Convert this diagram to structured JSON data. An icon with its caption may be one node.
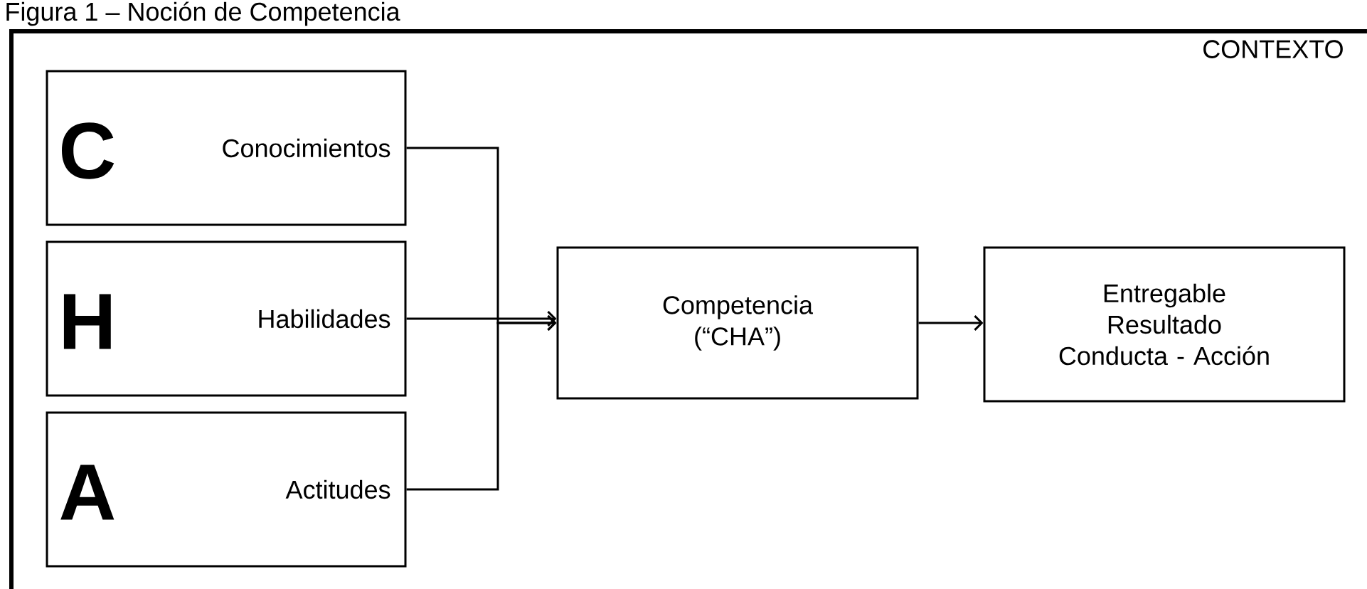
{
  "diagram": {
    "title": "Figura 1 – Noción de Competencia",
    "nodes": [
      {
        "text": [
          "CONTEXTO"
        ]
      },
      {
        "text": [
          "C",
          "Conocimientos"
        ],
        "in": 0
      },
      {
        "text": [
          "H",
          "Habilidades"
        ],
        "in": 0
      },
      {
        "text": [
          "A",
          "Actitudes"
        ],
        "in": 0
      },
      {
        "text": [
          "Competencia (“CHA”)"
        ],
        "in": 0
      },
      {
        "text": [
          "Entregable Resultado Conducta - Acción"
        ],
        "in": 0
      }
    ],
    "edges": [
      {
        "from": 1,
        "to": 4,
        "arrow": "to"
      },
      {
        "from": 2,
        "to": 4,
        "arrow": "to"
      },
      {
        "from": 3,
        "to": 4,
        "arrow": "to"
      },
      {
        "from": 4,
        "to": 5,
        "arrow": "to"
      }
    ]
  }
}
